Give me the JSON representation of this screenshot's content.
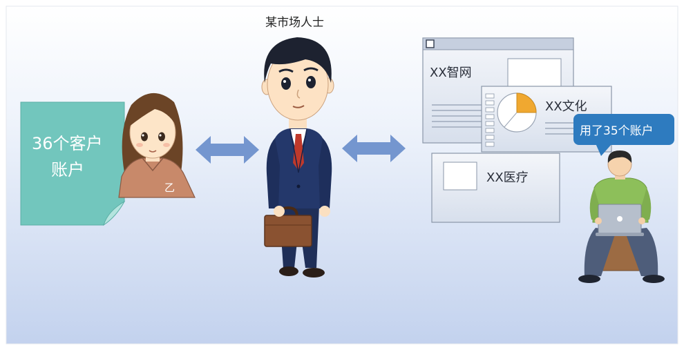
{
  "title": "某市场人士",
  "document": {
    "line1": "36个客户",
    "line2": "账户"
  },
  "person_b": {
    "label": "乙"
  },
  "panels": {
    "zhiwang": "XX智网",
    "wenhua": "XX文化",
    "yiliao": "XX医疗"
  },
  "speech": "用了35个账户",
  "colors": {
    "document": "#72c6bd",
    "arrow": "#7496cf",
    "suit": "#24386b",
    "tie": "#c0392b",
    "speech_bubble": "#2e7bbf",
    "pie_highlight": "#f0a830",
    "shirt_green": "#8dbf5a"
  }
}
